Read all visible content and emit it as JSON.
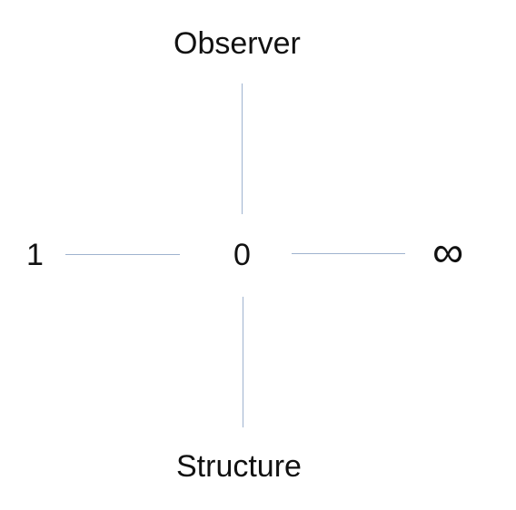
{
  "diagram": {
    "top_label": "Observer",
    "center_label": "0",
    "left_label": "1",
    "right_label": "∞",
    "bottom_label": "Structure"
  },
  "colors": {
    "text": "#111111",
    "connector_line": "#9fb3cf",
    "background": "#ffffff"
  }
}
